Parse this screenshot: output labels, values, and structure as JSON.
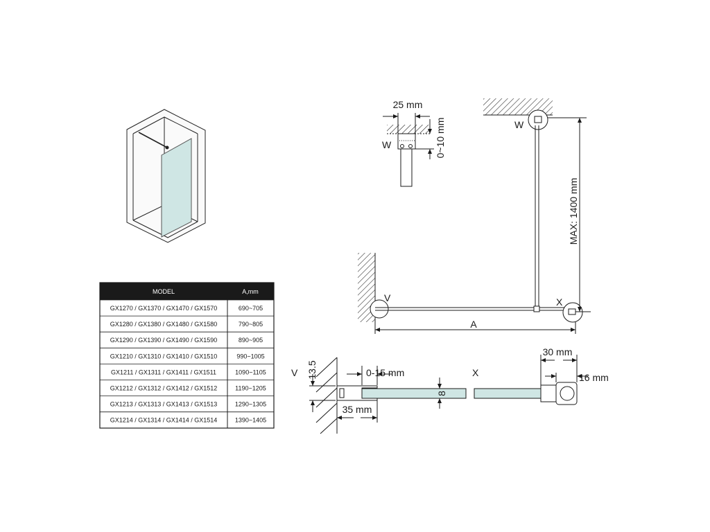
{
  "table": {
    "header_model": "MODEL",
    "header_a": "A,mm",
    "rows": [
      {
        "model": "GX1270 / GX1370 / GX1470 / GX1570",
        "a": "690~705"
      },
      {
        "model": "GX1280 / GX1380 / GX1480 / GX1580",
        "a": "790~805"
      },
      {
        "model": "GX1290 / GX1390 / GX1490 / GX1590",
        "a": "890~905"
      },
      {
        "model": "GX1210 / GX1310 / GX1410 / GX1510",
        "a": "990~1005"
      },
      {
        "model": "GX1211 / GX1311 / GX1411 / GX1511",
        "a": "1090~1105"
      },
      {
        "model": "GX1212 / GX1312 / GX1412 / GX1512",
        "a": "1190~1205"
      },
      {
        "model": "GX1213 / GX1313 / GX1413 / GX1513",
        "a": "1290~1305"
      },
      {
        "model": "GX1214 / GX1314 / GX1414 / GX1514",
        "a": "1390~1405"
      }
    ]
  },
  "detail_w": {
    "dim_width": "25 mm",
    "dim_gap": "0~10 mm",
    "label": "W"
  },
  "plan": {
    "label_w": "W",
    "label_v": "V",
    "label_x": "X",
    "label_a": "A",
    "dim_max": "MAX: 1400 mm"
  },
  "detail_vx": {
    "label_v": "V",
    "label_x": "X",
    "dim_135": "13.5",
    "dim_015": "0-15 mm",
    "dim_35": "35 mm",
    "dim_8": "8",
    "dim_30": "30 mm",
    "dim_16": "16 mm"
  },
  "colors": {
    "line": "#1a1a1a",
    "glass": "#cfe6e4",
    "table_header": "#1a1a1a"
  }
}
